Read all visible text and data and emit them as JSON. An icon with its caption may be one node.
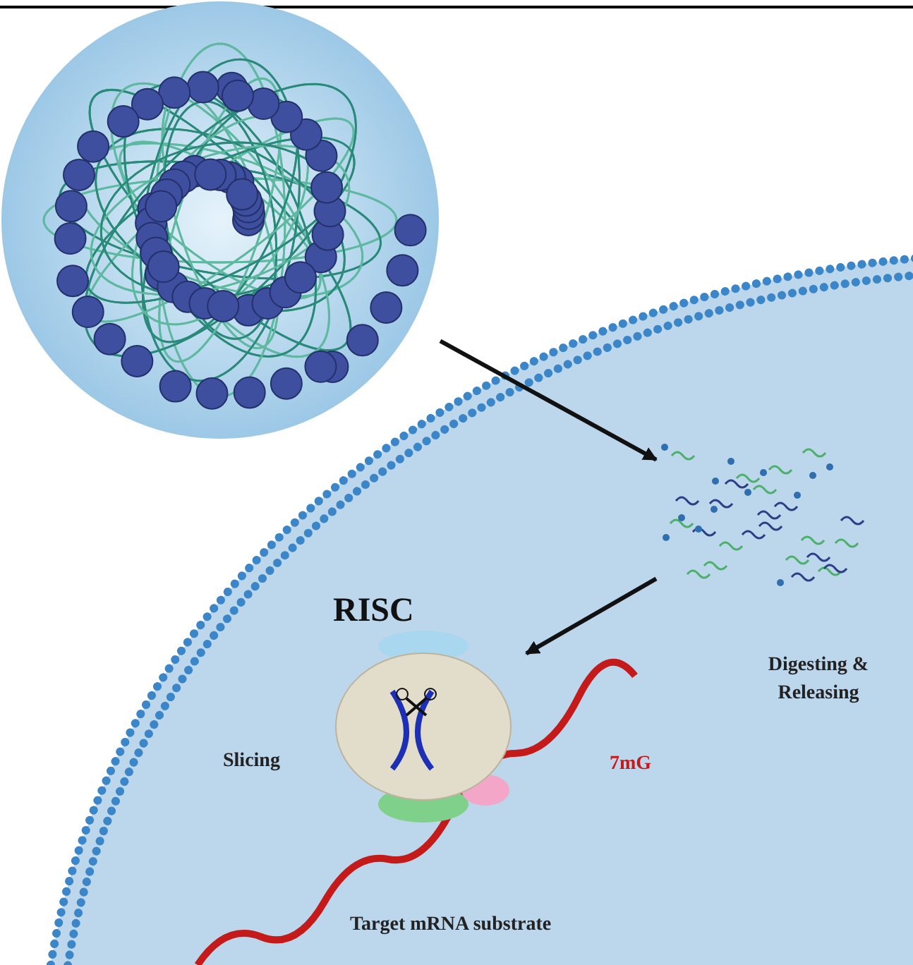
{
  "diagram": {
    "nodes": [
      {
        "text": [],
        "shape": "picture"
      },
      {
        "text": [],
        "shape": "picture",
        "beside": [
          "Digesting & Releasing"
        ]
      },
      {
        "text": [
          "RISC"
        ]
      }
    ],
    "edges": [
      {
        "from": 0,
        "to": 1,
        "arrow": "to"
      },
      {
        "from": 1,
        "to": 2,
        "arrow": "to"
      }
    ],
    "labels": [
      "Slicing",
      "7mG",
      "Target mRNA substrate"
    ]
  }
}
